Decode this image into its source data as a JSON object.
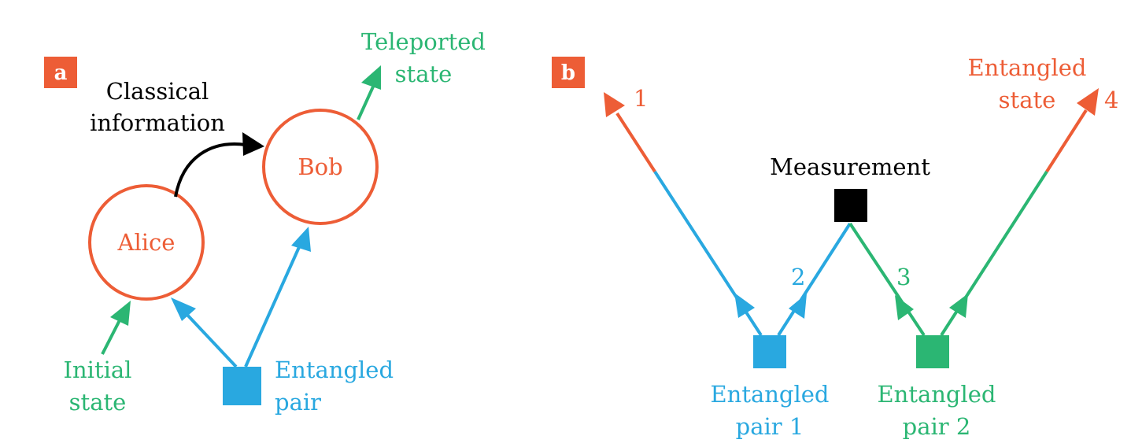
{
  "colors": {
    "orange": "#ed5d36",
    "blue": "#29a8e0",
    "green": "#2bb673",
    "black": "#000000",
    "white": "#ffffff"
  },
  "panel_a": {
    "tag": "a",
    "alice": "Alice",
    "bob": "Bob",
    "classical_info": [
      "Classical",
      "information"
    ],
    "teleported_state": [
      "Teleported",
      "state"
    ],
    "initial_state": [
      "Initial",
      "state"
    ],
    "entangled_pair": [
      "Entangled",
      "pair"
    ]
  },
  "panel_b": {
    "tag": "b",
    "measurement": "Measurement",
    "entangled_state": [
      "Entangled",
      "state"
    ],
    "entangled_pair_1": [
      "Entangled",
      "pair 1"
    ],
    "entangled_pair_2": [
      "Entangled",
      "pair 2"
    ],
    "particle_labels": [
      "1",
      "2",
      "3",
      "4"
    ]
  }
}
